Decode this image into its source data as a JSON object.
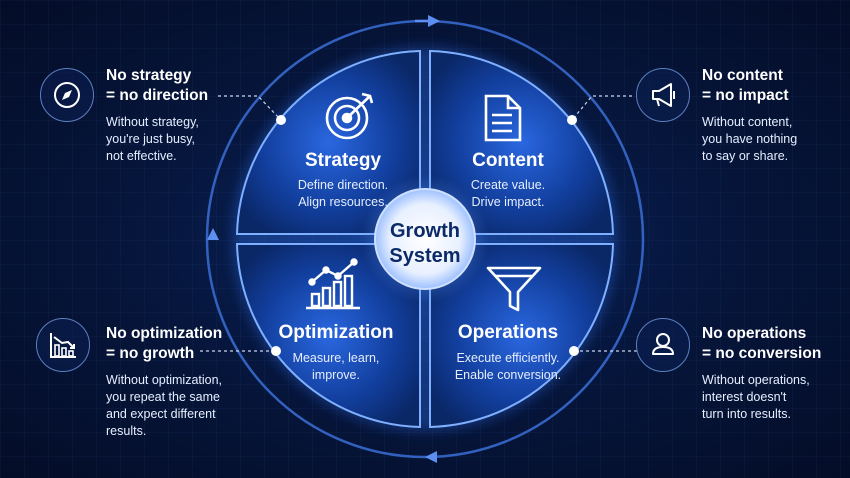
{
  "center": {
    "line1": "Growth",
    "line2": "System"
  },
  "quadrants": {
    "strategy": {
      "title": "Strategy",
      "desc1": "Define direction.",
      "desc2": "Align resources."
    },
    "content": {
      "title": "Content",
      "desc1": "Create value.",
      "desc2": "Drive impact."
    },
    "optimization": {
      "title": "Optimization",
      "desc1": "Measure, learn,",
      "desc2": "improve."
    },
    "operations": {
      "title": "Operations",
      "desc1": "Execute efficiently.",
      "desc2": "Enable conversion."
    }
  },
  "callouts": {
    "strategy": {
      "head1": "No strategy",
      "head2": "= no direction",
      "body": [
        "Without strategy,",
        "you're just busy,",
        "not effective."
      ],
      "icon": "compass-icon"
    },
    "content": {
      "head1": "No content",
      "head2": "= no impact",
      "body": [
        "Without content,",
        "you have nothing",
        "to say or share."
      ],
      "icon": "megaphone-icon"
    },
    "optimization": {
      "head1": "No optimization",
      "head2": "= no growth",
      "body": [
        "Without optimization,",
        "you repeat the same",
        "and expect different",
        "results."
      ],
      "icon": "declining-chart-icon"
    },
    "operations": {
      "head1": "No operations",
      "head2": "= no conversion",
      "body": [
        "Without operations,",
        "interest doesn't",
        "turn into results."
      ],
      "icon": "user-icon"
    }
  },
  "colors": {
    "background": "#06163d",
    "quadrant_fill": "#0e3a9a",
    "glow": "#4f8cff",
    "center_fill": "#ffffff",
    "center_text": "#0b2a66"
  }
}
